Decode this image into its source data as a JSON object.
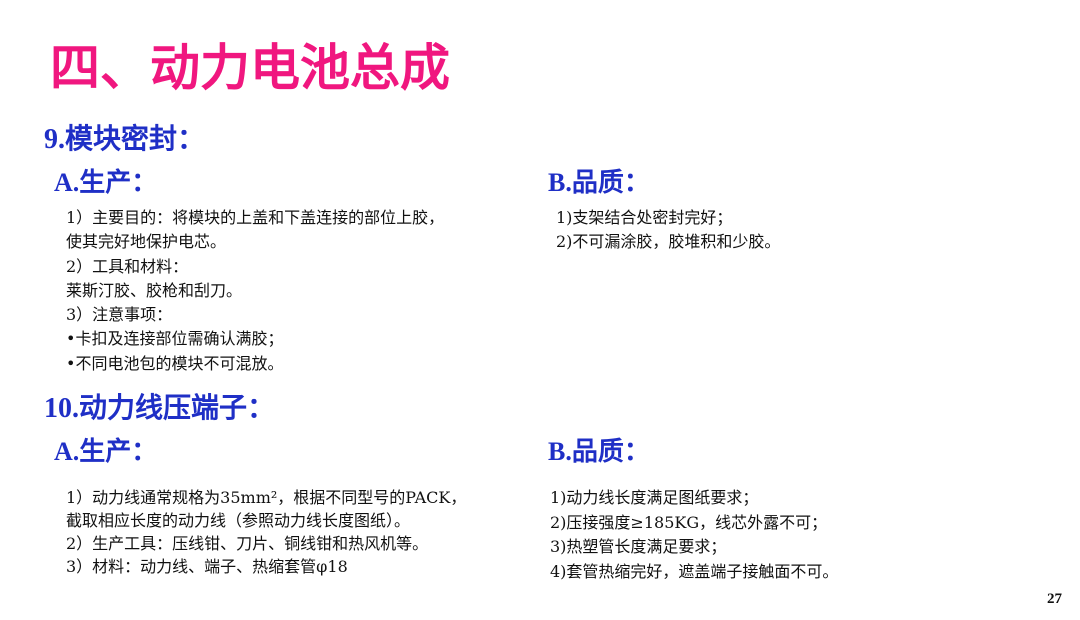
{
  "title": "四、动力电池总成",
  "sections": [
    {
      "number": "9.",
      "heading": "模块密封：",
      "production": {
        "label_letter": "A.",
        "label_text": "生产：",
        "lines": [
          "1）主要目的：将模块的上盖和下盖连接的部位上胶，",
          "使其完好地保护电芯。",
          "2）工具和材料：",
          "莱斯汀胶、胶枪和刮刀。",
          "3）注意事项：",
          "•卡扣及连接部位需确认满胶；",
          "•不同电池包的模块不可混放。"
        ]
      },
      "quality": {
        "label_letter": "B.",
        "label_text": "品质：",
        "lines": [
          "1)支架结合处密封完好；",
          "2)不可漏涂胶，胶堆积和少胶。"
        ]
      }
    },
    {
      "number": "10.",
      "heading": "动力线压端子：",
      "production": {
        "label_letter": "A.",
        "label_text": "生产：",
        "lines": [
          "1）动力线通常规格为35mm²，根据不同型号的PACK，",
          "截取相应长度的动力线（参照动力线长度图纸）。",
          "2）生产工具：压线钳、刀片、铜线钳和热风机等。",
          "3）材料：动力线、端子、热缩套管φ18"
        ]
      },
      "quality": {
        "label_letter": "B.",
        "label_text": "品质：",
        "lines": [
          "1)动力线长度满足图纸要求；",
          "2)压接强度≥185KG，线芯外露不可；",
          "3)热塑管长度满足要求；",
          "4)套管热缩完好，遮盖端子接触面不可。"
        ]
      }
    }
  ],
  "page_number": "27",
  "colors": {
    "title": "#f0177f",
    "heading": "#1f2fc6",
    "body_text": "#111111",
    "background": "#ffffff"
  }
}
